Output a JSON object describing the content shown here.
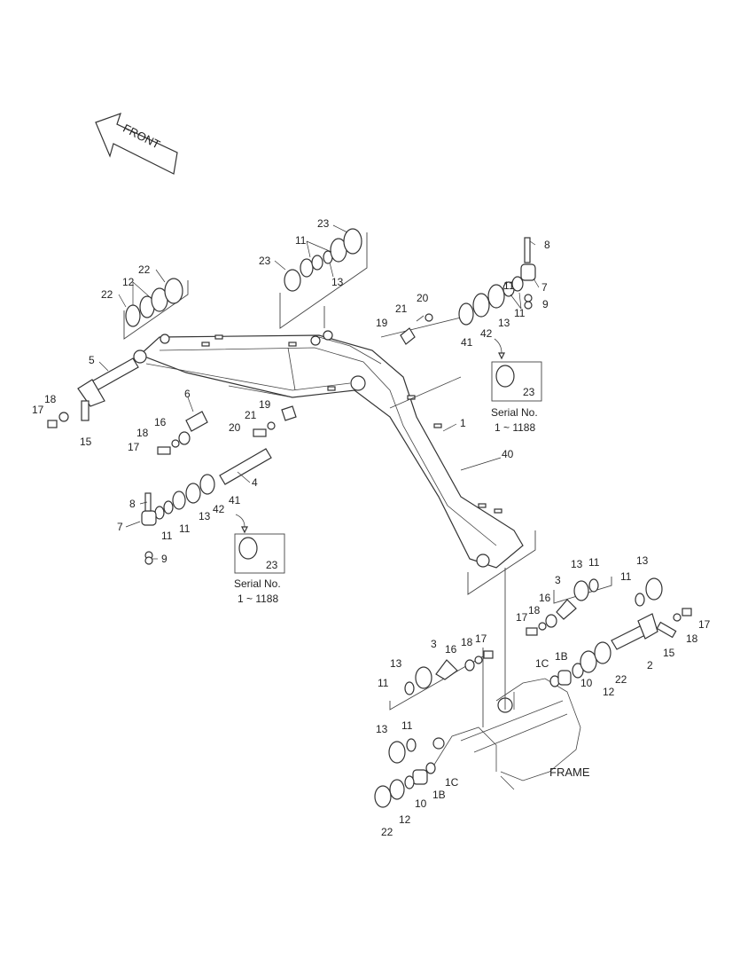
{
  "labels": {
    "front": "FRONT",
    "frame": "FRAME",
    "serial_a": {
      "title": "Serial No.",
      "range": "1 ~ 1188",
      "part": "23"
    },
    "serial_b": {
      "title": "Serial No.",
      "range": "1 ~ 1188",
      "part": "23"
    }
  },
  "callouts": [
    {
      "id": "c1",
      "text": "1"
    },
    {
      "id": "c2",
      "text": "2"
    },
    {
      "id": "c3a",
      "text": "3"
    },
    {
      "id": "c3b",
      "text": "3"
    },
    {
      "id": "c4",
      "text": "4"
    },
    {
      "id": "c5",
      "text": "5"
    },
    {
      "id": "c6",
      "text": "6"
    },
    {
      "id": "c7a",
      "text": "7"
    },
    {
      "id": "c7b",
      "text": "7"
    },
    {
      "id": "c8a",
      "text": "8"
    },
    {
      "id": "c8b",
      "text": "8"
    },
    {
      "id": "c9a",
      "text": "9"
    },
    {
      "id": "c9b",
      "text": "9"
    },
    {
      "id": "c10a",
      "text": "10"
    },
    {
      "id": "c10b",
      "text": "10"
    },
    {
      "id": "c11a",
      "text": "11"
    },
    {
      "id": "c11b",
      "text": "11"
    },
    {
      "id": "c11c",
      "text": "11"
    },
    {
      "id": "c11d",
      "text": "11"
    },
    {
      "id": "c11e",
      "text": "11"
    },
    {
      "id": "c11f",
      "text": "11"
    },
    {
      "id": "c11g",
      "text": "11"
    },
    {
      "id": "c11h",
      "text": "11"
    },
    {
      "id": "c11i",
      "text": "11"
    },
    {
      "id": "c12a",
      "text": "12"
    },
    {
      "id": "c12b",
      "text": "12"
    },
    {
      "id": "c12c",
      "text": "12"
    },
    {
      "id": "c13a",
      "text": "13"
    },
    {
      "id": "c13b",
      "text": "13"
    },
    {
      "id": "c13c",
      "text": "13"
    },
    {
      "id": "c13d",
      "text": "13"
    },
    {
      "id": "c13e",
      "text": "13"
    },
    {
      "id": "c13f",
      "text": "13"
    },
    {
      "id": "c13g",
      "text": "13"
    },
    {
      "id": "c15a",
      "text": "15"
    },
    {
      "id": "c15b",
      "text": "15"
    },
    {
      "id": "c16a",
      "text": "16"
    },
    {
      "id": "c16b",
      "text": "16"
    },
    {
      "id": "c16c",
      "text": "16"
    },
    {
      "id": "c17a",
      "text": "17"
    },
    {
      "id": "c17b",
      "text": "17"
    },
    {
      "id": "c17c",
      "text": "17"
    },
    {
      "id": "c17d",
      "text": "17"
    },
    {
      "id": "c17e",
      "text": "17"
    },
    {
      "id": "c18a",
      "text": "18"
    },
    {
      "id": "c18b",
      "text": "18"
    },
    {
      "id": "c18c",
      "text": "18"
    },
    {
      "id": "c18d",
      "text": "18"
    },
    {
      "id": "c18e",
      "text": "18"
    },
    {
      "id": "c19a",
      "text": "19"
    },
    {
      "id": "c19b",
      "text": "19"
    },
    {
      "id": "c20a",
      "text": "20"
    },
    {
      "id": "c20b",
      "text": "20"
    },
    {
      "id": "c21a",
      "text": "21"
    },
    {
      "id": "c21b",
      "text": "21"
    },
    {
      "id": "c22a",
      "text": "22"
    },
    {
      "id": "c22b",
      "text": "22"
    },
    {
      "id": "c22c",
      "text": "22"
    },
    {
      "id": "c22d",
      "text": "22"
    },
    {
      "id": "c23a",
      "text": "23"
    },
    {
      "id": "c23b",
      "text": "23"
    },
    {
      "id": "c40",
      "text": "40"
    },
    {
      "id": "c41a",
      "text": "41"
    },
    {
      "id": "c41b",
      "text": "41"
    },
    {
      "id": "c42a",
      "text": "42"
    },
    {
      "id": "c42b",
      "text": "42"
    },
    {
      "id": "c1Ba",
      "text": "1B"
    },
    {
      "id": "c1Bb",
      "text": "1B"
    },
    {
      "id": "c1Ca",
      "text": "1C"
    },
    {
      "id": "c1Cb",
      "text": "1C"
    }
  ]
}
